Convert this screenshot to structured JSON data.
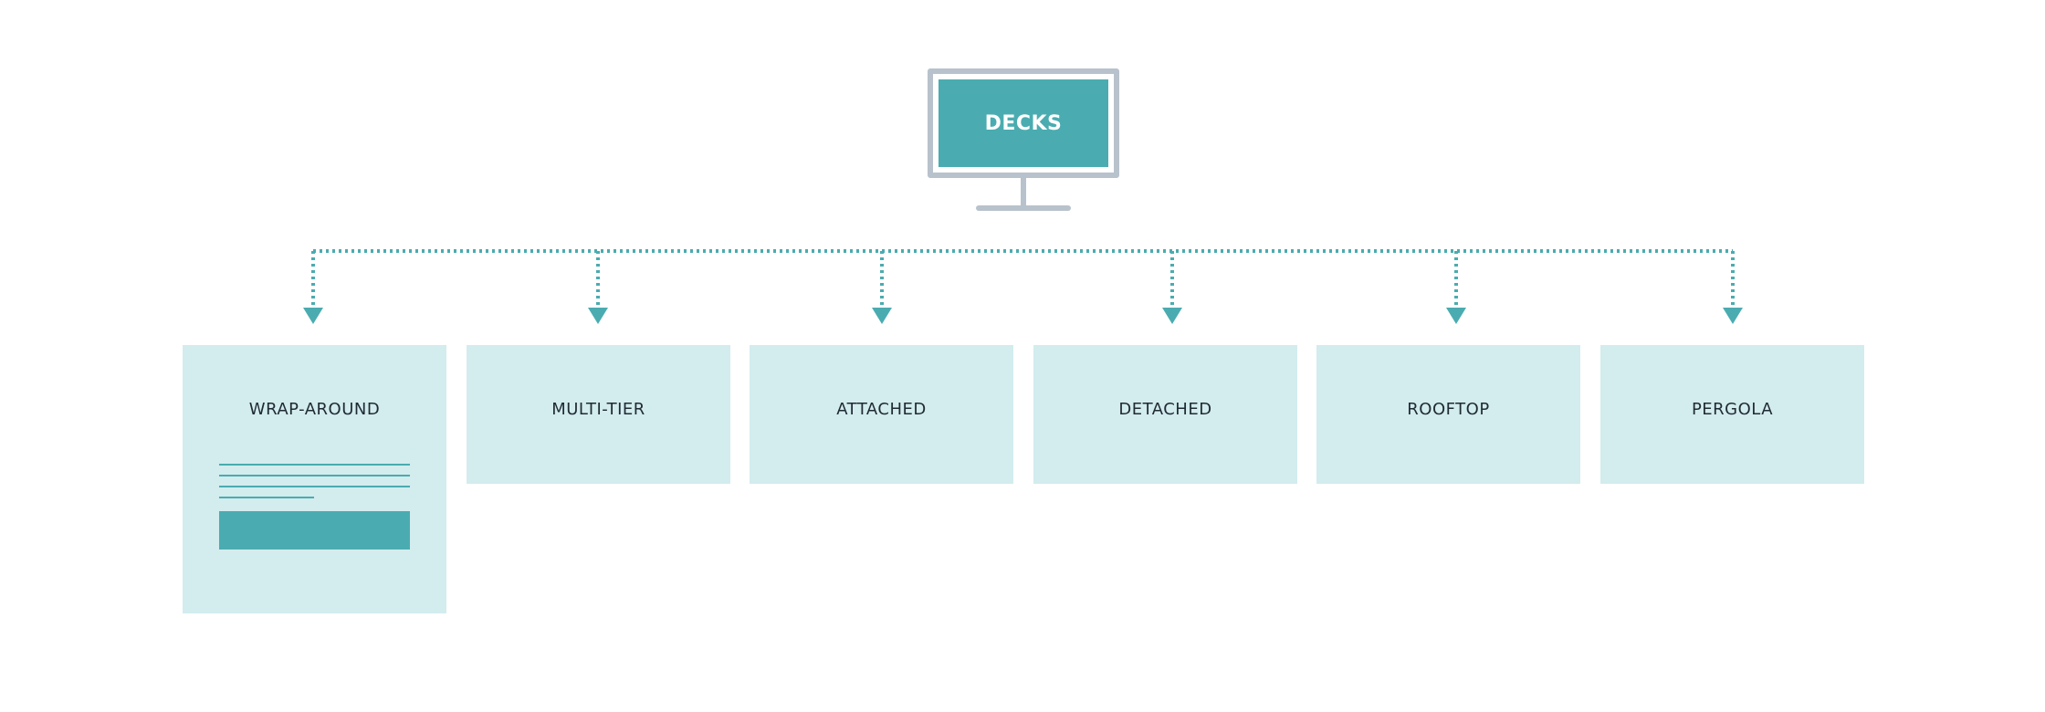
{
  "root": {
    "title": "DECKS",
    "icon": "monitor-icon"
  },
  "children": [
    {
      "label": "WRAP-AROUND",
      "expanded": true
    },
    {
      "label": "MULTI-TIER",
      "expanded": false
    },
    {
      "label": "ATTACHED",
      "expanded": false
    },
    {
      "label": "DETACHED",
      "expanded": false
    },
    {
      "label": "ROOFTOP",
      "expanded": false
    },
    {
      "label": "PERGOLA",
      "expanded": false
    }
  ],
  "colors": {
    "accent": "#4aacb0",
    "box_fill": "#d3ecee",
    "monitor_frame": "#b8c2cc",
    "text": "#1f2b33"
  }
}
